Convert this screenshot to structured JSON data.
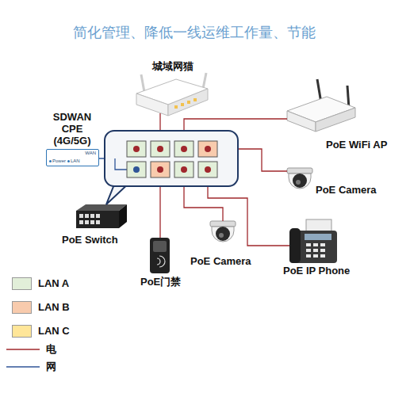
{
  "diagram": {
    "title": "简化管理、降低一线运维工作量、节能",
    "nodes": [
      {
        "text": [
          "城域网猫"
        ]
      },
      {
        "text": [
          "SDWAN CPE (4G/5G)",
          "Power",
          "LAN",
          "WAN"
        ]
      },
      {
        "text": [
          "PoE WiFi AP"
        ]
      },
      {
        "text": [
          "PoE Camera"
        ]
      },
      {
        "text": [
          "PoE Switch"
        ]
      },
      {
        "text": [
          "PoE门禁"
        ]
      },
      {
        "text": [
          "PoE Camera"
        ]
      },
      {
        "text": [
          "PoE IP Phone"
        ]
      }
    ],
    "legend": [
      {
        "text": "LAN A",
        "color": "#e2efd9"
      },
      {
        "text": "LAN B",
        "color": "#f8cbad"
      },
      {
        "text": "LAN C",
        "color": "#ffe699"
      },
      {
        "text": "电"
      },
      {
        "text": "网"
      }
    ]
  }
}
